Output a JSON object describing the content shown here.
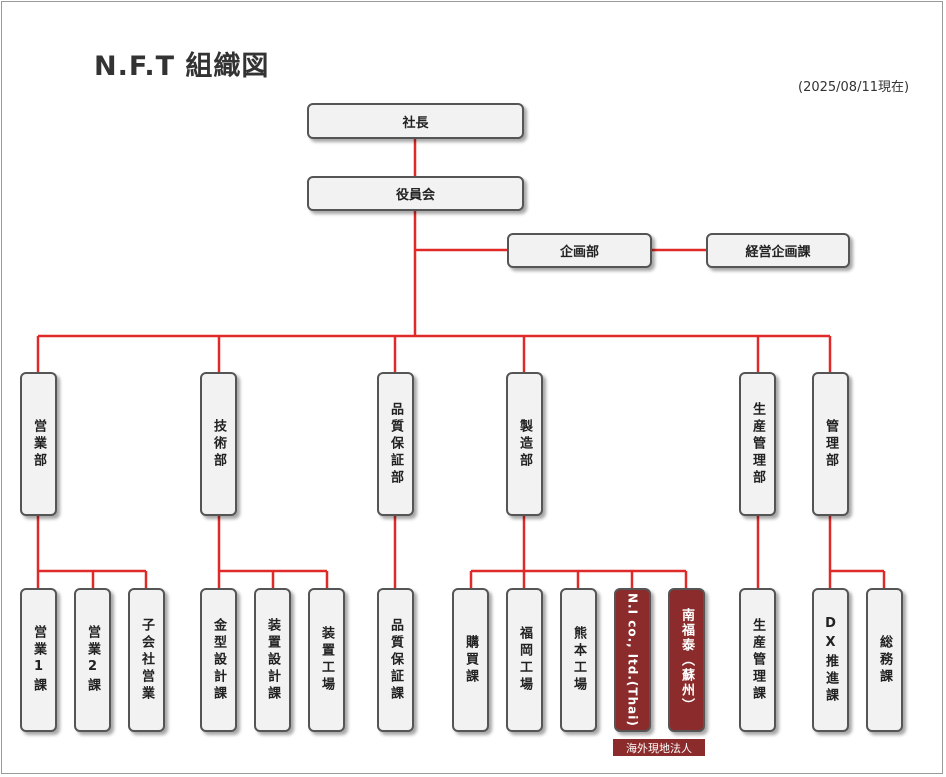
{
  "title": "N.F.T 組織図",
  "date": "(2025/08/11現在)",
  "line_color": "#e02a2a",
  "overseas_color": "#8c2b2b",
  "nodes": {
    "president": "社長",
    "board": "役員会",
    "planning": "企画部",
    "mgmt_planning": "経営企画課",
    "sales_dept": "営業部",
    "tech_dept": "技術部",
    "qa_dept": "品質保証部",
    "mfg_dept": "製造部",
    "prod_dept": "生産管理部",
    "admin_dept": "管理部",
    "sales1": "営業1課",
    "sales2": "営業2課",
    "sub_sales": "子会社営業",
    "mold": "金型設計課",
    "device_design": "装置設計課",
    "device_factory": "装置工場",
    "qa": "品質保証課",
    "purchase": "購買課",
    "fukuoka": "福岡工場",
    "kumamoto": "熊本工場",
    "ni_thai": "N.I co., ltd.(Thai)",
    "nanfukutai": "南福泰（蘇州）",
    "prod_ctrl": "生産管理課",
    "dx": "DX推進課",
    "general": "総務課"
  },
  "overseas_label": "海外現地法人"
}
